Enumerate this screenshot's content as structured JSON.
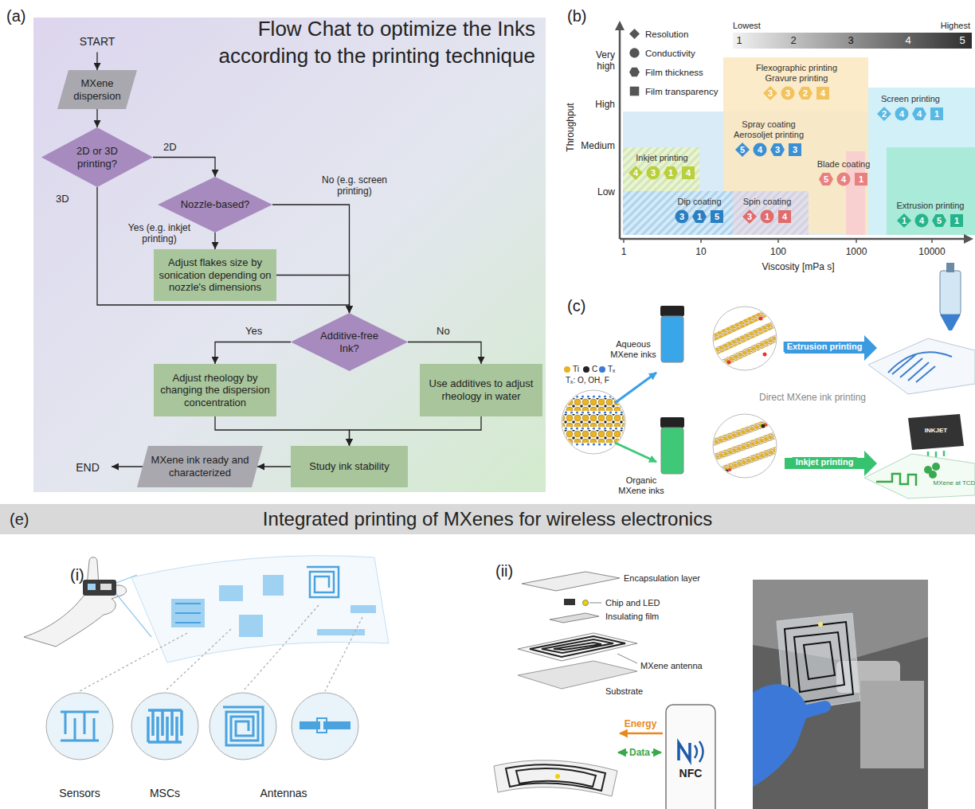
{
  "diagram": {
    "nodes": [
      {
        "text": [
          "START"
        ]
      },
      {
        "text": [
          "MXene dispersion"
        ]
      },
      {
        "text": [
          "2D or 3D printing?"
        ]
      },
      {
        "text": [
          "Nozzle-based?"
        ]
      },
      {
        "text": [
          "Adjust flakes size by sonication depending on nozzle's dimensions"
        ]
      },
      {
        "text": [
          "Additive-free Ink?"
        ]
      },
      {
        "text": [
          "Adjust rheology by changing the dispersion concentration"
        ]
      },
      {
        "text": [
          "Use additives to adjust rheology in water"
        ]
      },
      {
        "text": [
          "Study ink stability"
        ]
      },
      {
        "text": [
          "MXene ink ready and characterized"
        ]
      },
      {
        "text": [
          "END"
        ]
      },
      {
        "text": [
          "Inkjet printing",
          "4",
          "3",
          "1",
          "4"
        ]
      },
      {
        "text": [
          "Flexographic printing",
          "Gravure printing",
          "3",
          "3",
          "2",
          "4"
        ]
      },
      {
        "text": [
          "Screen printing",
          "2",
          "4",
          "4",
          "1"
        ]
      },
      {
        "text": [
          "Spray coating",
          "Aerosoljet printing",
          "5",
          "4",
          "3",
          "3"
        ]
      },
      {
        "text": [
          "Blade coating",
          "5",
          "4",
          "1"
        ]
      },
      {
        "text": [
          "Dip coating",
          "3",
          "1",
          "5"
        ]
      },
      {
        "text": [
          "Spin coating",
          "3",
          "1",
          "4"
        ]
      },
      {
        "text": [
          "Extrusion printing",
          "1",
          "4",
          "5",
          "1"
        ]
      }
    ],
    "edges": [
      {
        "from": 0,
        "to": 1,
        "arrow": "to"
      },
      {
        "from": 1,
        "to": 2,
        "arrow": "to"
      },
      {
        "from": 2,
        "to": 3,
        "label": "2D",
        "arrow": "to"
      },
      {
        "from": 2,
        "to": 5,
        "label": "3D",
        "arrow": "to"
      },
      {
        "from": 3,
        "to": 4,
        "label": "Yes (e.g. inkjet printing)",
        "arrow": "to"
      },
      {
        "from": 3,
        "to": 5,
        "label": "No (e.g. screen printing)",
        "arrow": "to"
      },
      {
        "from": 4,
        "to": 5,
        "arrow": "to"
      },
      {
        "from": 5,
        "to": 6,
        "label": "Yes",
        "arrow": "to"
      },
      {
        "from": 5,
        "to": 7,
        "label": "No",
        "arrow": "to"
      },
      {
        "from": 6,
        "to": 8,
        "arrow": "to"
      },
      {
        "from": 7,
        "to": 8,
        "arrow": "to"
      },
      {
        "from": 8,
        "to": 9,
        "arrow": "to"
      },
      {
        "from": 9,
        "to": 10,
        "arrow": "to"
      }
    ],
    "labels": [
      "(a)",
      "Flow Chat to optimize the Inks according to the printing technique",
      "(b)",
      "Lowest",
      "Highest",
      "1",
      "2",
      "3",
      "4",
      "5",
      "Very high",
      "High",
      "Medium",
      "Low",
      "Throughput",
      "1",
      "10",
      "100",
      "1000",
      "10000",
      "Viscosity [mPa s]",
      "(c)",
      "Tₓ: O, OH, F",
      "Aqueous MXene inks",
      "Organic MXene inks",
      "Extrusion printing",
      "Direct MXene ink printing",
      "Inkjet printing",
      "INKJET",
      "MXene at TCD",
      "(e)",
      "Integrated printing of MXenes for wireless electronics",
      "(i)",
      "Sensors",
      "MSCs",
      "Antennas",
      "(ii)",
      "Encapsulation layer",
      "Chip and LED",
      "Insulating film",
      "MXene antenna",
      "Substrate",
      "Energy",
      "Data",
      "NFC"
    ],
    "legend": [
      {
        "text": "Resolution"
      },
      {
        "text": "Conductivity"
      },
      {
        "text": "Film thickness"
      },
      {
        "text": "Film transparency"
      },
      {
        "text": "Ti",
        "color": "#e6b325"
      },
      {
        "text": "C",
        "color": "#222222"
      },
      {
        "text": "Tₓ",
        "color": "#3a7bd5"
      }
    ]
  }
}
